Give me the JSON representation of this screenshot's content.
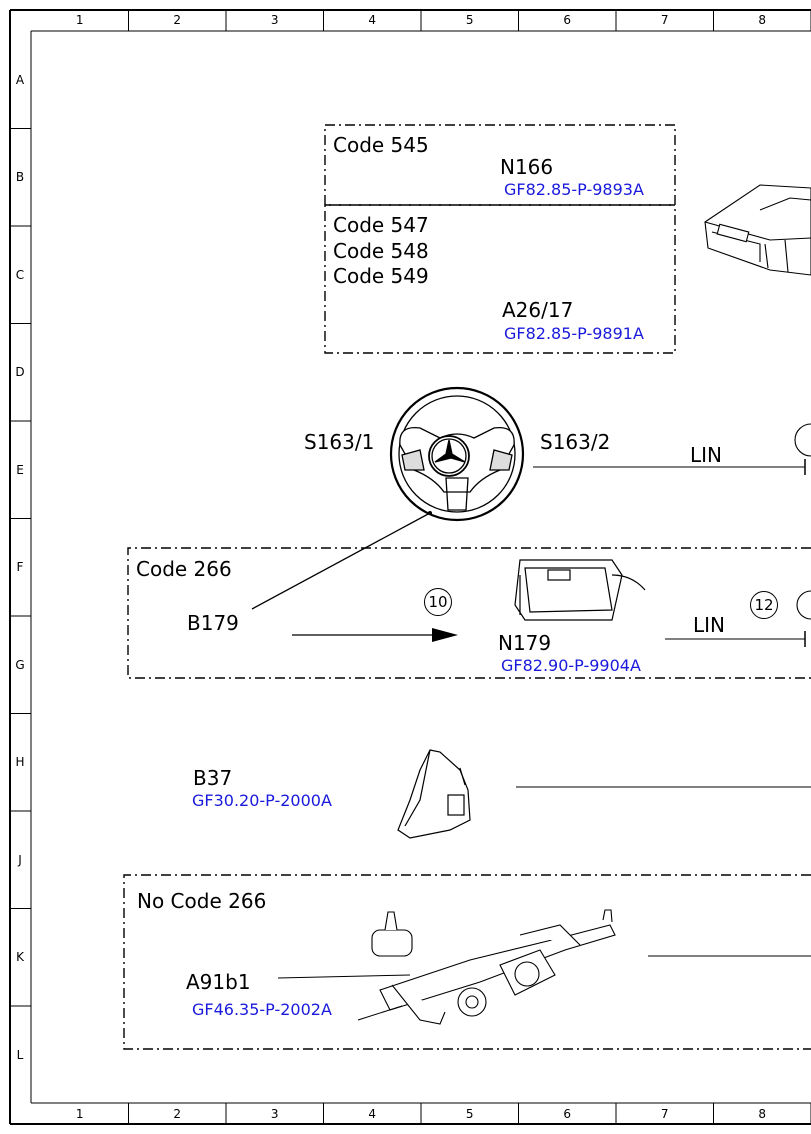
{
  "grid": {
    "columns": [
      "1",
      "2",
      "3",
      "4",
      "5",
      "6",
      "7",
      "8"
    ],
    "rows": [
      "A",
      "B",
      "C",
      "D",
      "E",
      "F",
      "G",
      "H",
      "J",
      "K",
      "L"
    ]
  },
  "components": {
    "n166": {
      "code": "Code 545",
      "label": "N166",
      "ref": "GF82.85-P-9893A"
    },
    "a26_17": {
      "codes": [
        "Code 547",
        "Code 548",
        "Code 549"
      ],
      "label": "A26/17",
      "ref": "GF82.85-P-9891A"
    },
    "steering": {
      "left_label": "S163/1",
      "right_label": "S163/2",
      "bus": "LIN"
    },
    "code266": {
      "code": "Code 266",
      "sensor": "B179",
      "circle_a": "10",
      "module": "N179",
      "ref": "GF82.90-P-9904A",
      "bus": "LIN",
      "circle_b": "12"
    },
    "b37": {
      "label": "B37",
      "ref": "GF30.20-P-2000A"
    },
    "nocode266": {
      "code": "No Code 266",
      "label": "A91b1",
      "ref": "GF46.35-P-2002A"
    }
  },
  "colors": {
    "reference_link": "#1a1adc",
    "line": "#000000"
  }
}
